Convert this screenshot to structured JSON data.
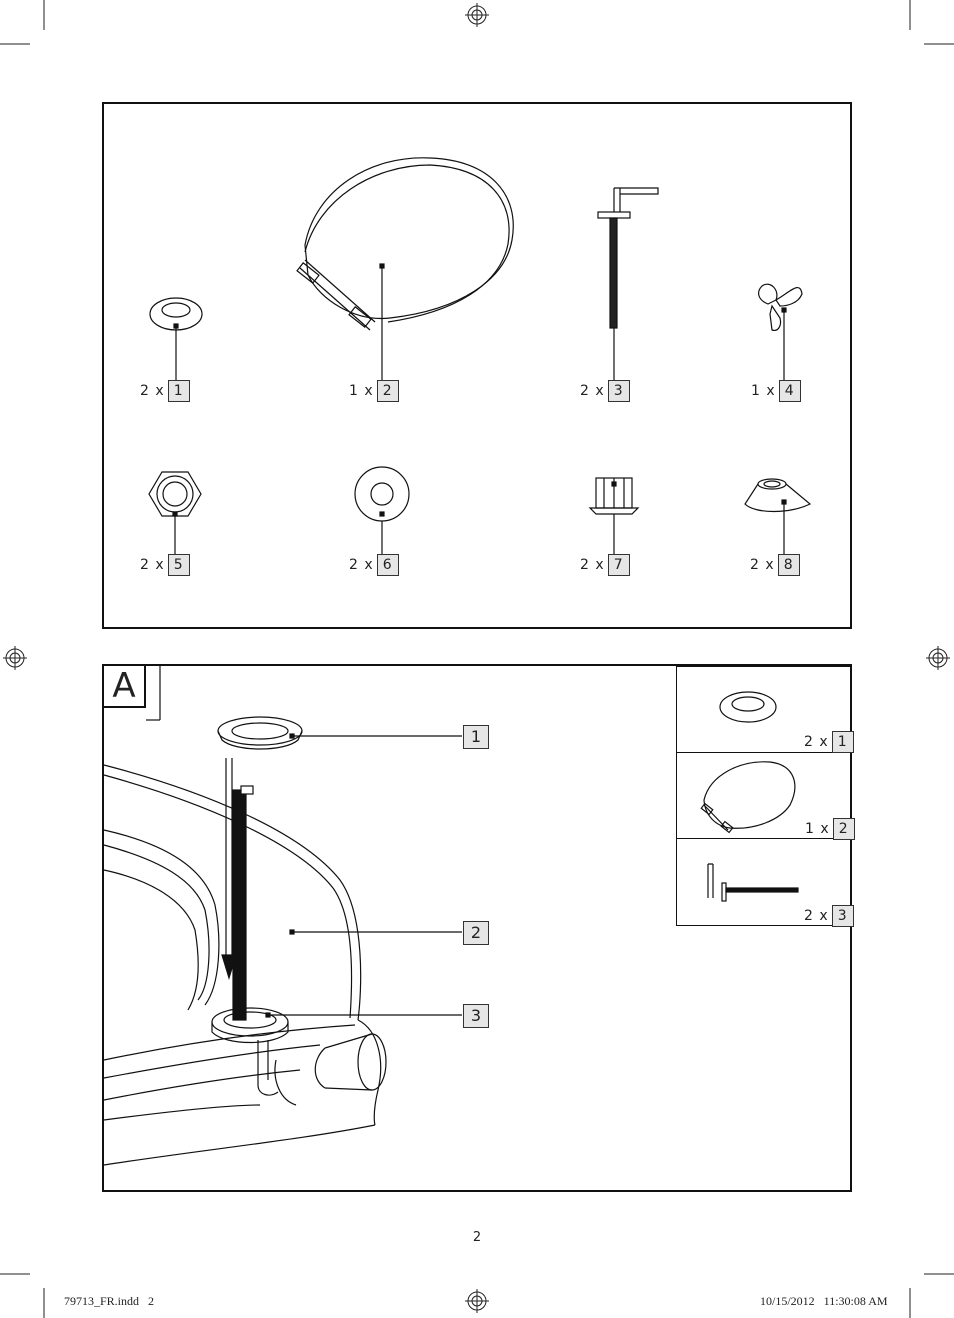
{
  "parts": [
    {
      "qty": "2 x",
      "num": "1"
    },
    {
      "qty": "1 x",
      "num": "2"
    },
    {
      "qty": "2 x",
      "num": "3"
    },
    {
      "qty": "1 x",
      "num": "4"
    },
    {
      "qty": "2 x",
      "num": "5"
    },
    {
      "qty": "2 x",
      "num": "6"
    },
    {
      "qty": "2 x",
      "num": "7"
    },
    {
      "qty": "2 x",
      "num": "8"
    }
  ],
  "step": {
    "label": "A",
    "callouts": [
      "1",
      "2",
      "3"
    ],
    "inset": [
      {
        "qty": "2 x",
        "num": "1"
      },
      {
        "qty": "1 x",
        "num": "2"
      },
      {
        "qty": "2 x",
        "num": "3"
      }
    ]
  },
  "page_number": "2",
  "footer": {
    "file": "79713_FR.indd   2",
    "timestamp": "10/15/2012   11:30:08 AM"
  }
}
